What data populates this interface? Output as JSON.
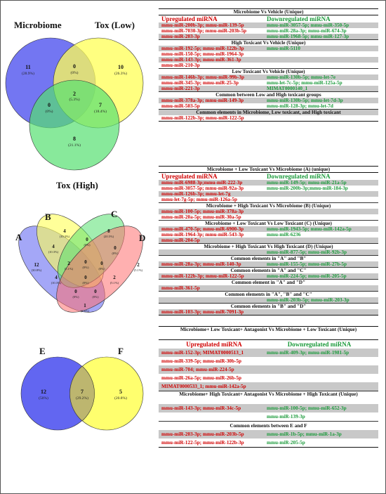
{
  "venn1": {
    "labels": {
      "a": "Microbiome",
      "b": "Tox (Low)",
      "c": "Tox (High)"
    },
    "regions": {
      "a_only": {
        "n": "11",
        "p": "(28.9%)"
      },
      "ab": {
        "n": "0",
        "p": "(0%)"
      },
      "b_only": {
        "n": "10",
        "p": "(26.3%)"
      },
      "abc": {
        "n": "2",
        "p": "(5.3%)"
      },
      "ac": {
        "n": "0",
        "p": "(0%)"
      },
      "bc": {
        "n": "7",
        "p": "(18.4%)"
      },
      "c_only": {
        "n": "8",
        "p": "(21.1%)"
      }
    }
  },
  "venn2": {
    "labels": {
      "a": "A",
      "b": "B",
      "c": "C",
      "d": "D"
    },
    "regions": {
      "a_only": {
        "n": "12",
        "p": "(30.8%)"
      },
      "b_only": {
        "n": "4",
        "p": "(10.3%)"
      },
      "c_only": {
        "n": "8",
        "p": "(20.5%)"
      },
      "d_only": {
        "n": "2",
        "p": "(5.1%)"
      },
      "ab": {
        "n": "4",
        "p": "(10.3%)"
      },
      "bc": {
        "n": "0",
        "p": "(0%)"
      },
      "cd": {
        "n": "0",
        "p": "(0%)"
      },
      "abc": {
        "n": "2",
        "p": "(5.1%)"
      },
      "bcd": {
        "n": "0",
        "p": "(0%)"
      },
      "ac": {
        "n": "0",
        "p": "(0%)"
      },
      "abcd": {
        "n": "0",
        "p": "(0%)"
      },
      "bd": {
        "n": "2",
        "p": "(5.1%)"
      },
      "abd": {
        "n": "4",
        "p": "(10.3%)"
      },
      "acd": {
        "n": "0",
        "p": "(0%)"
      },
      "ad_a": {
        "n": "0",
        "p": "(0%)"
      },
      "ad": {
        "n": "1",
        "p": "(2.6%)"
      }
    }
  },
  "venn3": {
    "labels": {
      "a": "E",
      "b": "F"
    },
    "regions": {
      "a_only": {
        "n": "12",
        "p": "(50%)"
      },
      "ab": {
        "n": "7",
        "p": "(29.2%)"
      },
      "b_only": {
        "n": "5",
        "p": "(20.8%)"
      }
    }
  },
  "table1": {
    "title": "Microbiome Vs Vehicle (Unique)",
    "hdr_up": "Upregulated miRNA",
    "hdr_down": "Downregulated miRNA",
    "rows": [
      [
        "mmu-miR-200b-3p; mmu-miR-139-5p",
        "mmu-miR-3057-5p; mmu-miR-350-5p"
      ],
      [
        "mmu-miR-7030-3p; mmu-miR-203b-5p",
        "mmu-miR-28a-3p; mmu-miR-674-3p"
      ],
      [
        "mmu-miR-203-3p",
        "mmu-miR-1968-5p; mmu-miR-127-3p"
      ]
    ],
    "s2": "High Toxicant Vs Vehicle (Unique)",
    "rows2": [
      [
        "mmu-miR-192-5p; mmu-miR-122b-3p",
        "mmu-miR-5110"
      ],
      [
        "mmu-miR-150-5p; mmu-miR-1964-3p",
        ""
      ],
      [
        "mmu-miR-143-3p; mmu-miR-361-3p",
        ""
      ],
      [
        "mmu-miR-210-3p",
        ""
      ]
    ],
    "s3": "Low Toxicant Vs Vehicle (Unique)",
    "rows3": [
      [
        "mmu-miR-146b-3p; mmu-miR-99b-3p",
        "mmu-miR-130b-5p; mmu-let-7e"
      ],
      [
        "mmu-miR-345-3p; mmu-miR-25-3p",
        "mmu-let-7c-5p; mmu-miR-125a-5p"
      ],
      [
        "mmu-miR-221-3p",
        "MIMAT0000140_1"
      ]
    ],
    "s4": "Common between Low and High toxicant groups",
    "rows4": [
      [
        "mmu-miR-378a-3p; mmu-miR-149-3p",
        "mmu-miR-130b-5p; mmu-let-7d-3p"
      ],
      [
        "mmu-miR-503-5p",
        "mmu-miR-128-3p; mmu-let-7d"
      ]
    ],
    "s5": "Common elements in Microbiome, Low toxicant, and High toxicant",
    "rows5": [
      [
        "mmu-miR-122b-3p; mmu-miR-122-5p",
        ""
      ]
    ]
  },
  "table2": {
    "title": "Microbiome + Low Toxicant Vs Microbiome (A) (unique)",
    "hdr_up": "Upregulated miRNA",
    "hdr_down": "Downregulated miRNA",
    "rows": [
      [
        "mmu-miR-6988-3p;mmu-miR-222-3p",
        "mmu-miR-149-5p; mmu-miR-21a-5p"
      ],
      [
        "mmu-miR-3057-5p; mmu-miR-92a-3p",
        "mmu-miR-200b-3p;mmu-miR-184-3p"
      ],
      [
        "mmu-miR-126b-3p; mmu-let-7g",
        ""
      ],
      [
        "mmu-let-7g-5p; mmu-miR-126a-5p",
        ""
      ]
    ],
    "s2": "Microbiome + High Toxicant Vs Microbiome (B) (Unique)",
    "rows2": [
      [
        "mmu-miR-100-5p; mmu-miR-378a-3p",
        ""
      ],
      [
        "mmu-miR-20a-5p; mmu-miR-30a-5p",
        ""
      ]
    ],
    "s3": "Microbiome + Low Toxicant  Vs  Low Toxicant (C) (Unique)",
    "rows3": [
      [
        "mmu-miR-470-5p; mmu-miR-6900-3p",
        "mmu-miR-1943-5p; mmu-miR-142a-5p"
      ],
      [
        "mmu-miR-1964-3p; mmu-miR-543-3p",
        "mmu-miR-6236"
      ],
      [
        "mmu-miR-204-5p",
        ""
      ]
    ],
    "s4": "Microbiome + High Toxicant Vs  High Toxicant (D) (Unique)",
    "rows4": [
      [
        "",
        "mmu-miR-877-5p; mmu-miR-92b-3p"
      ]
    ],
    "s5": "Common elements in \"A\" and \"B\"",
    "rows5": [
      [
        "mmu-miR-28a-3p; mmu-miR-140-3p",
        "mmu-miR-155-5p; mmu-miR-27b-5p"
      ]
    ],
    "s6": "Common elements in \"A\" and \"C\"",
    "rows6": [
      [
        "mmu-miR-122b-3p; mmu-miR-122-5p",
        "mmu-miR-224-5p; mmu-miR-205-5p"
      ]
    ],
    "s7": "Common element in \"A\" and \"D\"",
    "rows7": [
      [
        "mmu-miR-361-5p",
        ""
      ]
    ],
    "s8": "Common elements in \"A\", \"B\" and \"C\"",
    "rows8": [
      [
        "",
        "mmu-miR-203b-5p; mmu-miR-203-3p"
      ]
    ],
    "s9": "Common elements in \"B\" and \"D\"",
    "rows9": [
      [
        "mmu-miR-103-3p; mmu-miR-7091-3p",
        ""
      ]
    ]
  },
  "table3": {
    "title": "Microbiome+ Low Toxicant+ Antagonist Vs Microbiome + Low Toxicant (Unique)",
    "hdr_up": "Upregulated miRNA",
    "hdr_down": "Downregulated miRNA",
    "rows": [
      [
        "mmu-miR-152-3p; MIMAT0000513_1",
        "mmu-miR-409-3p; mmu-miR-1981-5p"
      ],
      [
        "mmu-miR-339-5p; mmu-miR-30b-5p",
        ""
      ],
      [
        "mmu-miR-704; mmu-miR-224-5p",
        ""
      ],
      [
        "mmu-miR-26a-5p; mmu-miR-26b-5p",
        ""
      ],
      [
        "MIMAT0000533_1; mmu-miR-142a-5p",
        ""
      ]
    ],
    "s2": "Microbiome+ High Toxicant+ Antagonist Vs Microbiome + High Toxicant (Unique)",
    "rows2": [
      [
        "mmu-miR-143-3p; mmu-miR-34c-5p",
        "mmu-miR-100-5p; mmu-miR-652-3p"
      ],
      [
        "",
        "mmu-miR-139-3p"
      ]
    ],
    "s3": "Common elements between E and F",
    "rows3": [
      [
        "mmu-miR-203-3p; mmu-miR-203b-5p",
        "mmu-miR-1b-5p; mmu-miR-1a-3p"
      ],
      [
        "mmu-miR-122-5p; mmu-miR-122b-3p",
        "mmu-miR-205-5p"
      ]
    ]
  },
  "colors": {
    "blue": "#5a5ef0",
    "yellow": "#ffff55",
    "green": "#55e070",
    "red": "#ff7070",
    "up": "#d00000",
    "down": "#1a9a3a"
  }
}
